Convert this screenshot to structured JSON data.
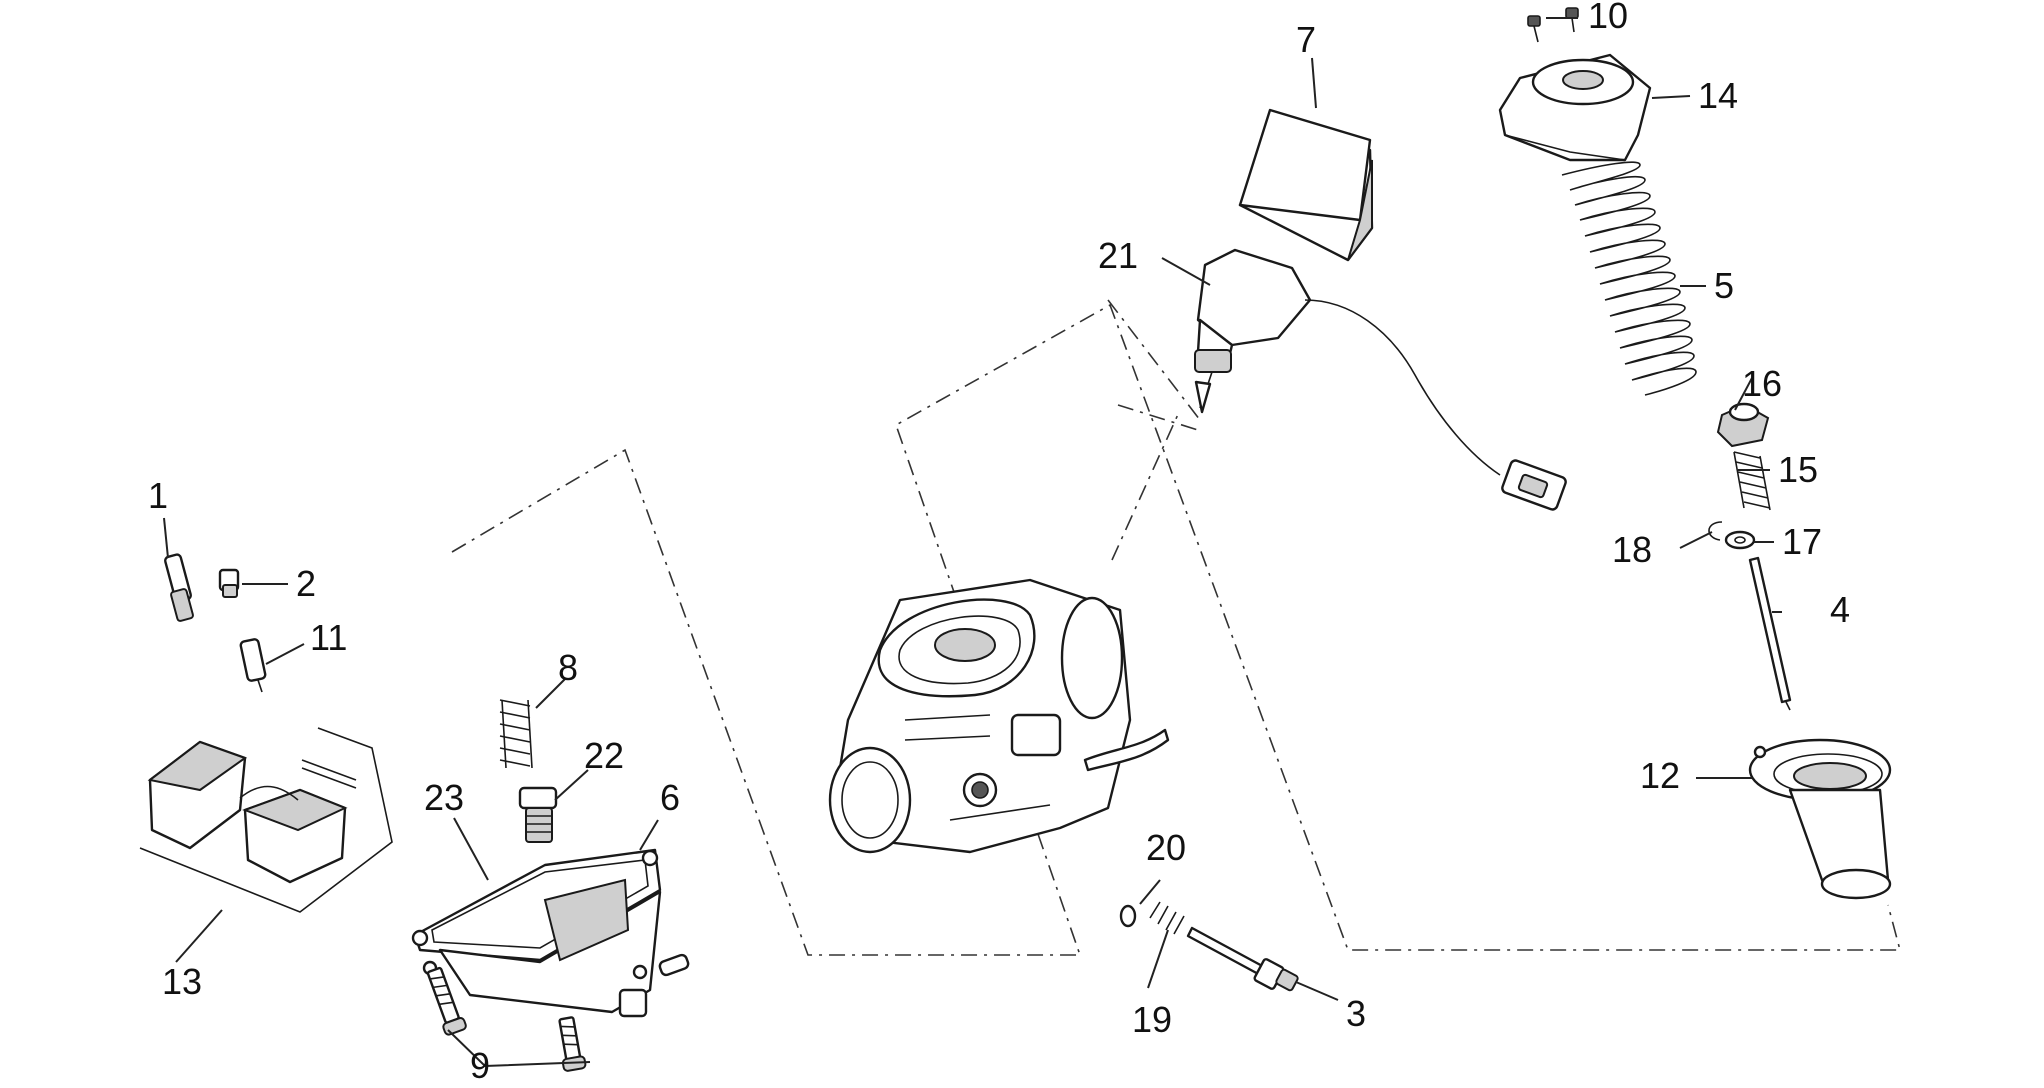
{
  "diagram": {
    "type": "exploded-parts-diagram",
    "colors": {
      "line": "#1a1a1a",
      "background": "#ffffff",
      "shade": "#cfcfcf"
    },
    "callouts": [
      {
        "id": "c1",
        "label": "1"
      },
      {
        "id": "c2",
        "label": "2"
      },
      {
        "id": "c3",
        "label": "3"
      },
      {
        "id": "c4",
        "label": "4"
      },
      {
        "id": "c5",
        "label": "5"
      },
      {
        "id": "c6",
        "label": "6"
      },
      {
        "id": "c7",
        "label": "7"
      },
      {
        "id": "c8",
        "label": "8"
      },
      {
        "id": "c9",
        "label": "9"
      },
      {
        "id": "c10",
        "label": "10"
      },
      {
        "id": "c11",
        "label": "11"
      },
      {
        "id": "c12",
        "label": "12"
      },
      {
        "id": "c13",
        "label": "13"
      },
      {
        "id": "c14",
        "label": "14"
      },
      {
        "id": "c15",
        "label": "15"
      },
      {
        "id": "c16",
        "label": "16"
      },
      {
        "id": "c17",
        "label": "17"
      },
      {
        "id": "c18",
        "label": "18"
      },
      {
        "id": "c19",
        "label": "19"
      },
      {
        "id": "c20",
        "label": "20"
      },
      {
        "id": "c21",
        "label": "21"
      },
      {
        "id": "c22",
        "label": "22"
      },
      {
        "id": "c23",
        "label": "23"
      }
    ]
  }
}
